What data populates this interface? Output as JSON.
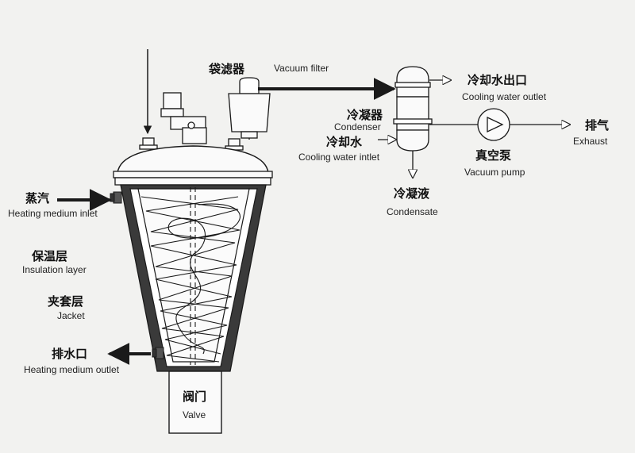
{
  "labels": {
    "vacuum_filter_zh": "袋滤器",
    "vacuum_filter_en": "Vacuum filter",
    "condenser_zh": "冷凝器",
    "condenser_en": "Condenser",
    "cooling_out_zh": "冷却水出口",
    "cooling_out_en": "Cooling water outlet",
    "cooling_in_zh": "冷却水",
    "cooling_in_en": "Cooling water intlet",
    "exhaust_zh": "排气",
    "exhaust_en": "Exhaust",
    "vacuum_pump_zh": "真空泵",
    "vacuum_pump_en": "Vacuum pump",
    "condensate_zh": "冷凝液",
    "condensate_en": "Condensate",
    "steam_zh": "蒸汽",
    "steam_en": "Heating medium inlet",
    "insulation_zh": "保温层",
    "insulation_en": "Insulation layer",
    "jacket_zh": "夹套层",
    "jacket_en": "Jacket",
    "drain_zh": "排水口",
    "drain_en": "Heating medium outlet",
    "valve_zh": "阀门",
    "valve_en": "Valve"
  },
  "colors": {
    "line": "#1a1a1a",
    "background": "#f2f2f0",
    "insulation": "#3a3a3a"
  }
}
